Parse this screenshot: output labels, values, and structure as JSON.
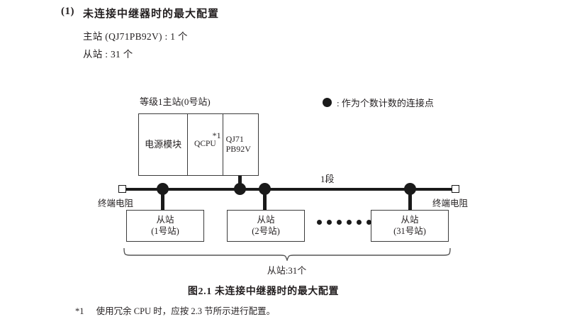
{
  "heading": {
    "number": "(1)",
    "title": "未连接中继器时的最大配置",
    "lines": [
      "主站 (QJ71PB92V) : 1 个",
      "从站 : 31 个"
    ]
  },
  "legend": {
    "symbol": "filled-circle",
    "text": ": 作为个数计数的连接点"
  },
  "diagram": {
    "master": {
      "caption": "等级1主站(0号站)",
      "cells": [
        {
          "label": "电源模块"
        },
        {
          "label": "QCPU",
          "footnote_mark": "*1"
        },
        {
          "line1": "QJ71",
          "line2": "PB92V"
        }
      ]
    },
    "bus": {
      "segment_label": "1段",
      "terminator_left_label": "终端电阻",
      "terminator_right_label": "终端电阻",
      "nodes": [
        "slave-1",
        "master",
        "slave-2",
        "slave-31"
      ]
    },
    "slaves": [
      {
        "title": "从站",
        "station": "(1号站)"
      },
      {
        "title": "从站",
        "station": "(2号站)"
      },
      {
        "title": "从站",
        "station": "(31号站)"
      }
    ],
    "ellipsis_dots": 6,
    "brace_label": "从站:31个"
  },
  "figure": {
    "caption": "图2.1  未连接中继器时的最大配置"
  },
  "footnote": {
    "mark": "*1",
    "text": "使用冗余 CPU 时，应按 2.3 节所示进行配置。"
  }
}
